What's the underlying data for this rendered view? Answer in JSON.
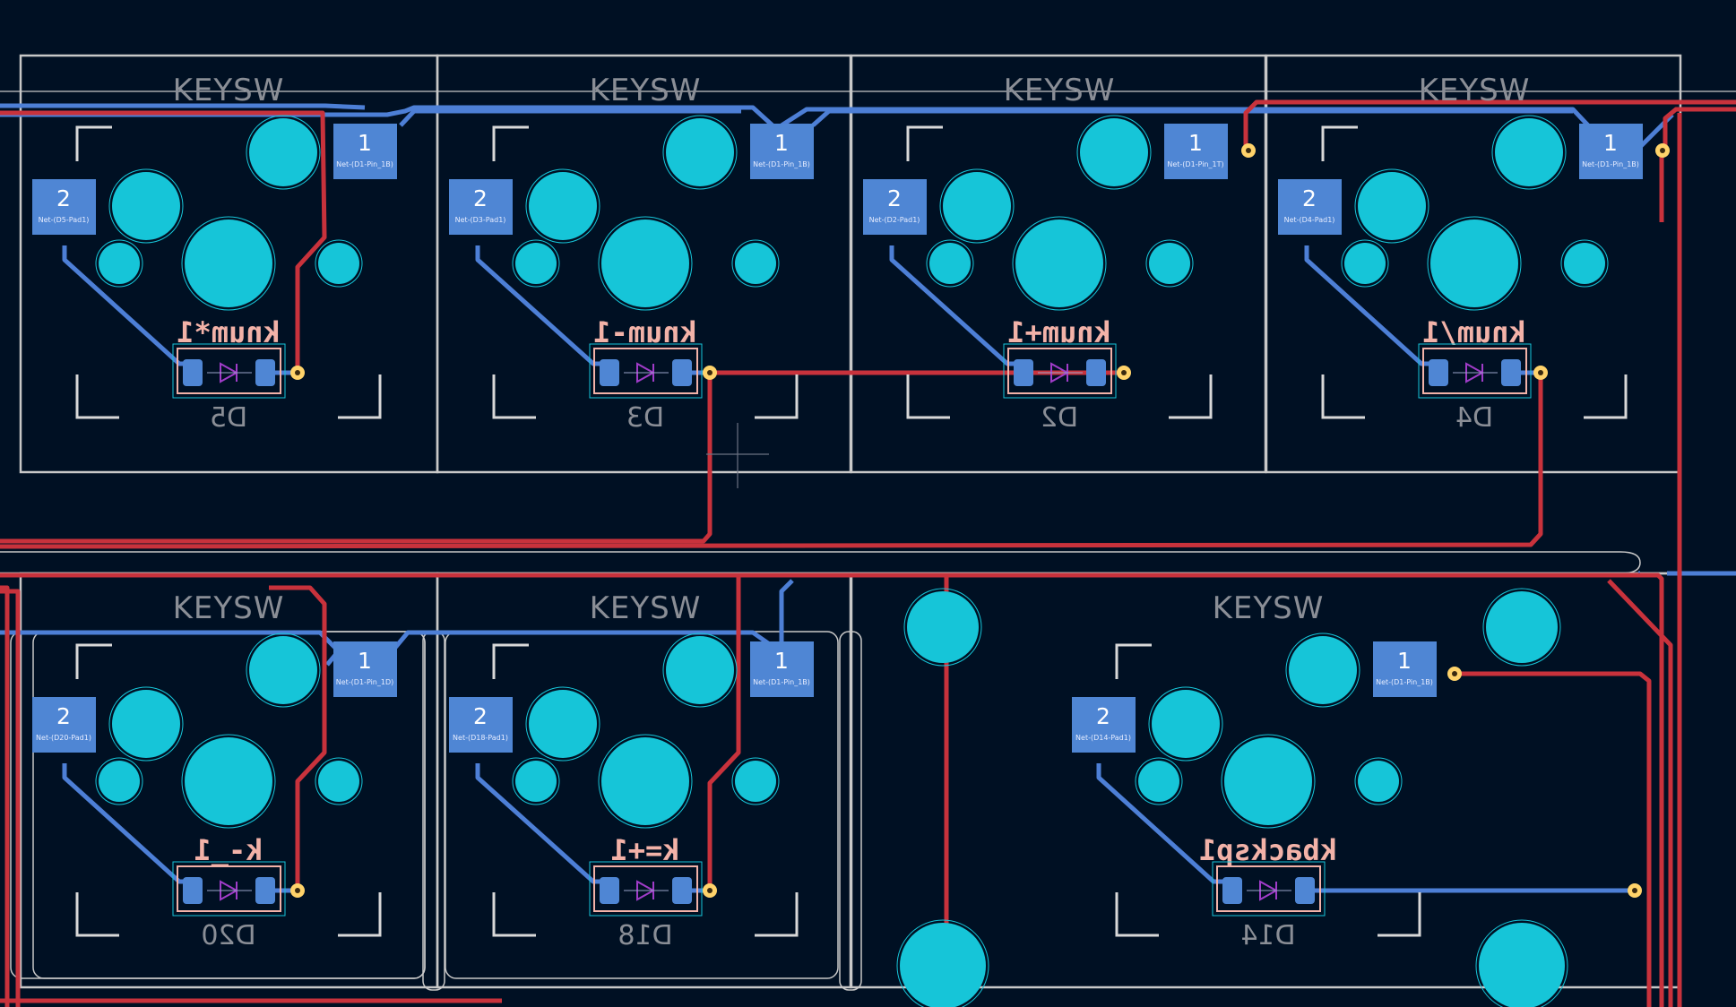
{
  "app": {
    "background": "#001023"
  },
  "colors": {
    "outline": "#c8c8c8",
    "silkscreen": "#d8d8d8",
    "ref_text": "#8a8e96",
    "value_text": "#f2b2a8",
    "red_track": "#c8323c",
    "blue_track": "#4d7fd6",
    "pad": "#4f86d4",
    "hole": "#16c5d8",
    "via": "#ffd36a",
    "diode_mark": "#a03cc8"
  },
  "footprint_title": "KEYSW",
  "switches": [
    {
      "id": "D5",
      "value": "knum*1",
      "pad1_net": "Net-(D1-Pin_1B)",
      "pad2_net": "Net-(D5-Pad1)"
    },
    {
      "id": "D3",
      "value": "knum-1",
      "pad1_net": "Net-(D1-Pin_1B)",
      "pad2_net": "Net-(D3-Pad1)"
    },
    {
      "id": "D2",
      "value": "knum+1",
      "pad1_net": "Net-(D1-Pin_1T)",
      "pad2_net": "Net-(D2-Pad1)"
    },
    {
      "id": "D4",
      "value": "knum/1",
      "pad1_net": "Net-(D1-Pin_1B)",
      "pad2_net": "Net-(D4-Pad1)"
    },
    {
      "id": "D20",
      "value": "k-_1",
      "pad1_net": "Net-(D1-Pin_1D)",
      "pad2_net": "Net-(D20-Pad1)"
    },
    {
      "id": "D18",
      "value": "k=+1",
      "pad1_net": "Net-(D1-Pin_1B)",
      "pad2_net": "Net-(D18-Pad1)"
    },
    {
      "id": "D14",
      "value": "kbacksp1",
      "pad1_net": "Net-(D1-Pin_1B)",
      "pad2_net": "Net-(D14-Pad1)"
    }
  ],
  "pad_numbers": {
    "one": "1",
    "two": "2"
  }
}
